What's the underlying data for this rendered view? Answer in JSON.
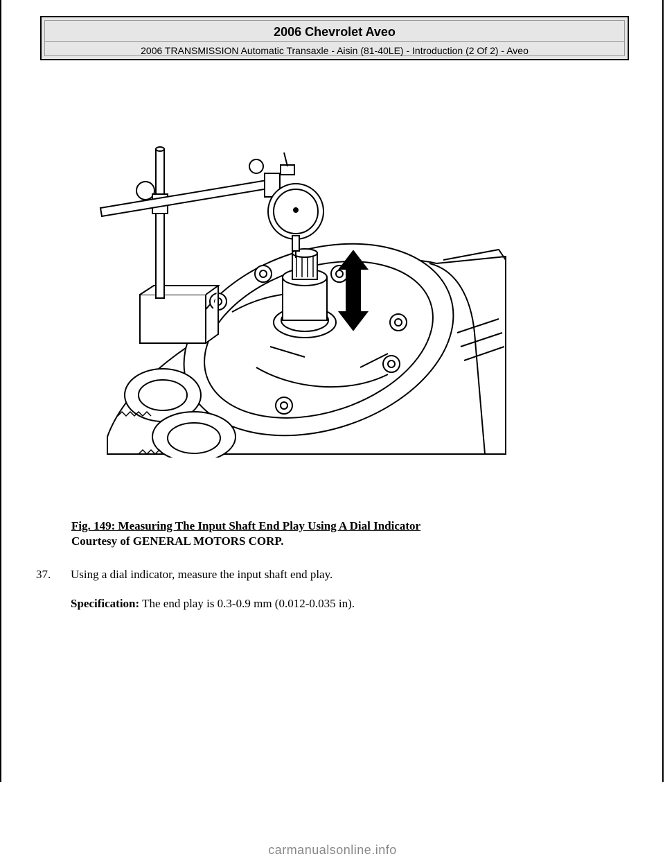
{
  "header": {
    "title": "2006 Chevrolet Aveo",
    "subtitle": "2006 TRANSMISSION Automatic Transaxle - Aisin (81-40LE) - Introduction (2 Of 2) - Aveo"
  },
  "figure": {
    "caption_title": "Fig. 149: Measuring The Input Shaft End Play Using A Dial Indicator",
    "courtesy": "Courtesy of GENERAL MOTORS CORP."
  },
  "step": {
    "number": "37.",
    "text": "Using a dial indicator, measure the input shaft end play.",
    "spec_label": "Specification:",
    "spec_text": " The end play is 0.3-0.9 mm (0.012-0.035 in)."
  },
  "footer": {
    "watermark": "carmanualsonline.info"
  }
}
